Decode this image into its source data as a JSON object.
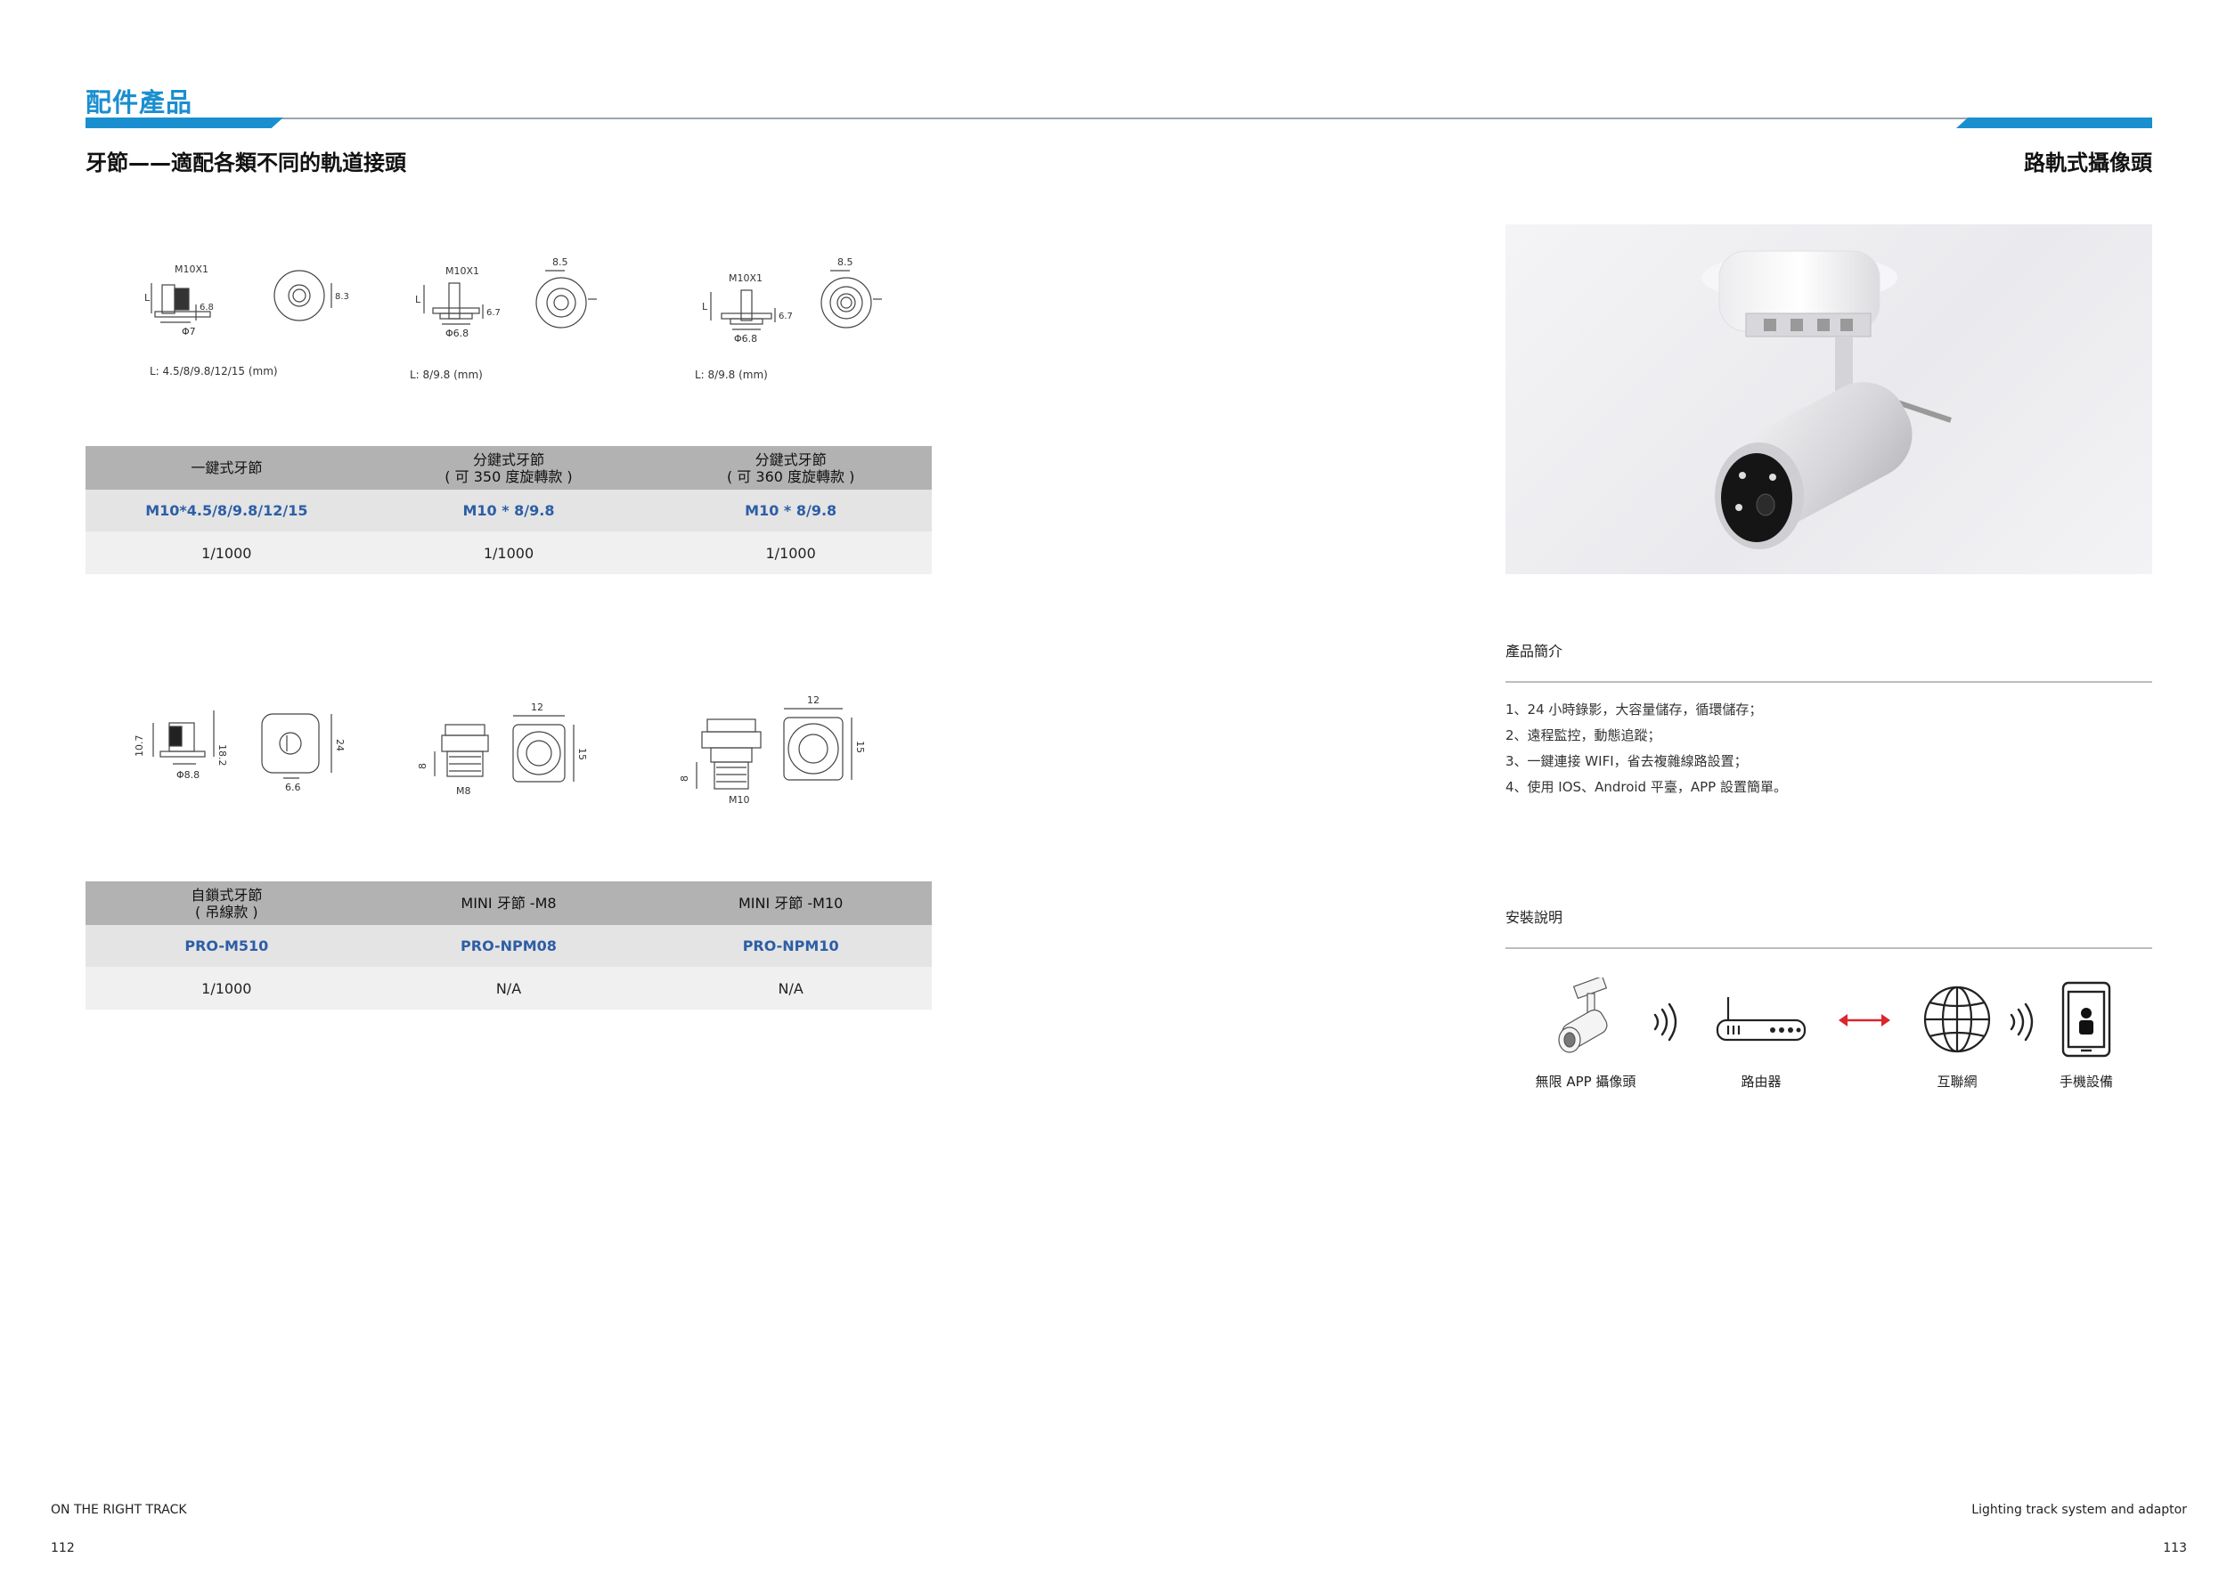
{
  "header": {
    "section_title": "配件產品",
    "left_subtitle": "牙節——適配各類不同的軌道接頭",
    "right_subtitle": "路軌式攝像頭"
  },
  "drawings_row1": [
    {
      "thread": "M10X1",
      "dims": [
        "L",
        "6.8",
        "8.3",
        "Φ7"
      ],
      "caption": "L: 4.5/8/9.8/12/15 (mm)"
    },
    {
      "thread": "M10X1",
      "dims": [
        "L",
        "6.7",
        "8.5",
        "Φ6.8"
      ],
      "caption": "L: 8/9.8 (mm)"
    },
    {
      "thread": "M10X1",
      "dims": [
        "L",
        "6.7",
        "8.5",
        "Φ6.8"
      ],
      "caption": "L: 8/9.8 (mm)"
    }
  ],
  "table1": {
    "headers": [
      [
        "一鍵式牙節",
        ""
      ],
      [
        "分鍵式牙節",
        "( 可 350 度旋轉款 )"
      ],
      [
        "分鍵式牙節",
        "( 可 360 度旋轉款 )"
      ]
    ],
    "models": [
      "M10*4.5/8/9.8/12/15",
      "M10 * 8/9.8",
      "M10 * 8/9.8"
    ],
    "quantities": [
      "1/1000",
      "1/1000",
      "1/1000"
    ]
  },
  "drawings_row2": [
    {
      "dims": [
        "10.7",
        "18.2",
        "24",
        "Φ8.8",
        "6.6"
      ]
    },
    {
      "dims": [
        "12",
        "15",
        "8",
        "M8"
      ]
    },
    {
      "dims": [
        "12",
        "15",
        "8",
        "M10"
      ]
    }
  ],
  "table2": {
    "headers": [
      [
        "自鎖式牙節",
        "( 吊線款 )"
      ],
      [
        "MINI 牙節 -M8",
        ""
      ],
      [
        "MINI 牙節 -M10",
        ""
      ]
    ],
    "models": [
      "PRO-M510",
      "PRO-NPM08",
      "PRO-NPM10"
    ],
    "quantities": [
      "1/1000",
      "N/A",
      "N/A"
    ]
  },
  "product": {
    "intro_heading": "產品簡介",
    "features": [
      "1、24 小時錄影，大容量儲存，循環儲存；",
      "2、遠程監控，動態追蹤；",
      "3、一鍵連接 WIFI，省去複雜線路設置；",
      "4、使用 IOS、Android 平臺，APP 設置簡單。"
    ],
    "install_heading": "安裝說明",
    "flow": [
      {
        "label": "無限 APP 攝像頭",
        "icon": "camera-icon"
      },
      {
        "label": "路由器",
        "icon": "router-icon"
      },
      {
        "label": "互聯網",
        "icon": "globe-icon"
      },
      {
        "label": "手機設備",
        "icon": "phone-icon"
      }
    ],
    "colors": {
      "accent": "#1a8fd0",
      "model_text": "#2d5ea6",
      "arrow": "#d9262c"
    }
  },
  "footer": {
    "left_text": "ON THE RIGHT TRACK",
    "left_page": "112",
    "right_text": "Lighting track system and adaptor",
    "right_page": "113"
  }
}
